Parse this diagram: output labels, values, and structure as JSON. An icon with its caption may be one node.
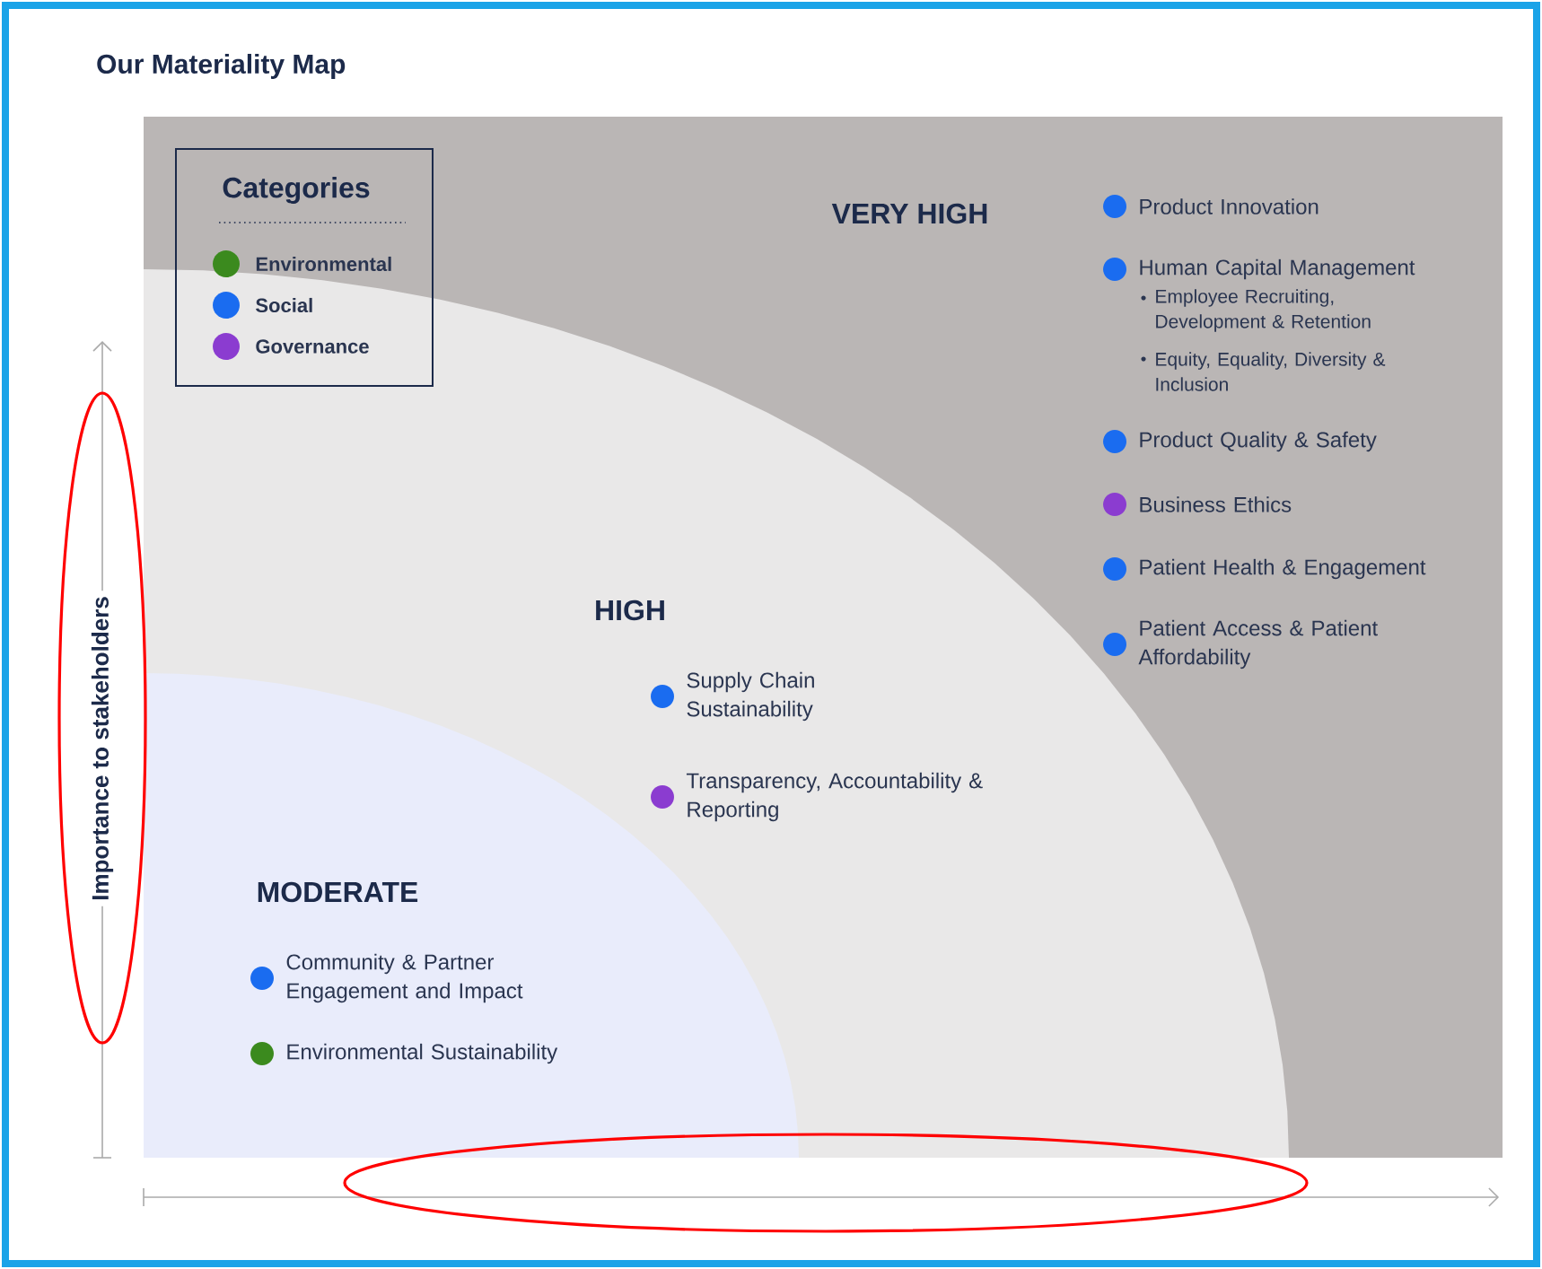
{
  "diagram": {
    "title": "Our Materiality Map",
    "nodes": [
      {
        "text": [
          "VERY HIGH"
        ]
      },
      {
        "text": [
          "HIGH"
        ],
        "in": 0
      },
      {
        "text": [
          "MODERATE"
        ],
        "in": 1
      }
    ],
    "labels": [
      "Categories",
      "Product Innovation",
      "Human Capital Management",
      "Employee Recruiting, Development & Retention",
      "Equity, Equality, Diversity & Inclusion",
      "Product Quality & Safety",
      "Business Ethics",
      "Patient Health & Engagement",
      "Patient Access & Patient Affordability",
      "Supply Chain Sustainability",
      "Transparency, Accountability & Reporting",
      "Community & Partner Engagement and Impact",
      "Environmental Sustainability",
      "Importance to stakeholders"
    ],
    "legend": [
      {
        "text": "Environmental",
        "color": "#3b8a1e"
      },
      {
        "text": "Social",
        "color": "#1a6cf0"
      },
      {
        "text": "Governance",
        "color": "#8b3cd0"
      }
    ]
  }
}
